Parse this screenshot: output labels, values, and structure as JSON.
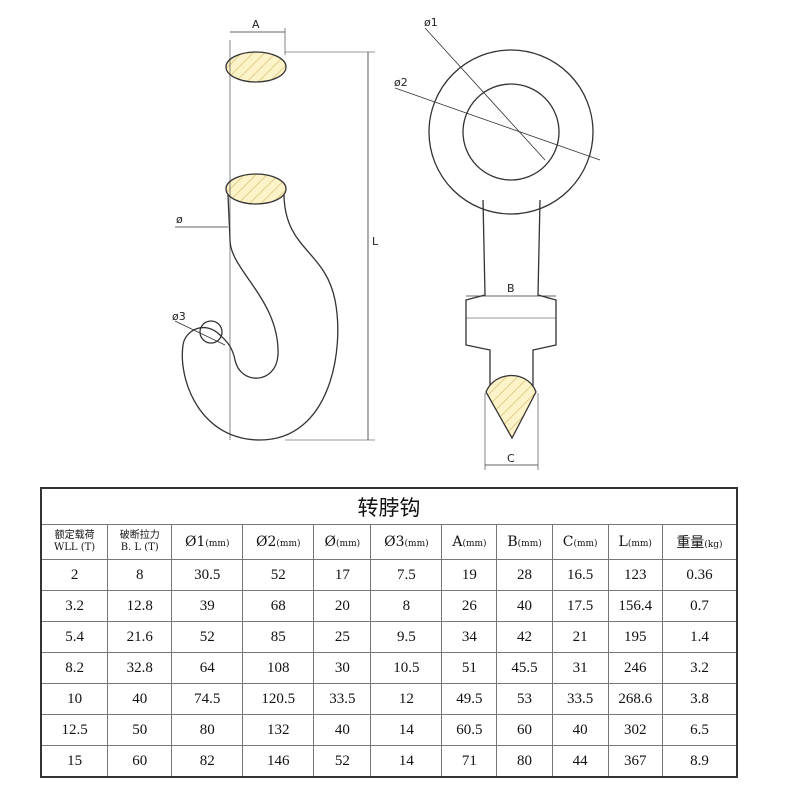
{
  "drawing": {
    "labels": {
      "A": "A",
      "phi": "ø",
      "phi3": "ø3",
      "L": "L",
      "phi1": "ø1",
      "phi2": "ø2",
      "B": "B",
      "C": "C"
    }
  },
  "table": {
    "title": "转脖钩",
    "headers": [
      {
        "l1": "额定载荷",
        "l2": "WLL (T)"
      },
      {
        "l1": "破断拉力",
        "l2": "B. L (T)"
      },
      {
        "main": "Ø1",
        "unit": "(mm)"
      },
      {
        "main": "Ø2",
        "unit": "(mm)"
      },
      {
        "main": "Ø",
        "unit": "(mm)"
      },
      {
        "main": "Ø3",
        "unit": "(mm)"
      },
      {
        "main": "A",
        "unit": "(mm)"
      },
      {
        "main": "B",
        "unit": "(mm)"
      },
      {
        "main": "C",
        "unit": "(mm)"
      },
      {
        "main": "L",
        "unit": "(mm)"
      },
      {
        "main": "重量",
        "unit": "(kg)"
      }
    ],
    "rows": [
      [
        "2",
        "8",
        "30.5",
        "52",
        "17",
        "7.5",
        "19",
        "28",
        "16.5",
        "123",
        "0.36"
      ],
      [
        "3.2",
        "12.8",
        "39",
        "68",
        "20",
        "8",
        "26",
        "40",
        "17.5",
        "156.4",
        "0.7"
      ],
      [
        "5.4",
        "21.6",
        "52",
        "85",
        "25",
        "9.5",
        "34",
        "42",
        "21",
        "195",
        "1.4"
      ],
      [
        "8.2",
        "32.8",
        "64",
        "108",
        "30",
        "10.5",
        "51",
        "45.5",
        "31",
        "246",
        "3.2"
      ],
      [
        "10",
        "40",
        "74.5",
        "120.5",
        "33.5",
        "12",
        "49.5",
        "53",
        "33.5",
        "268.6",
        "3.8"
      ],
      [
        "12.5",
        "50",
        "80",
        "132",
        "40",
        "14",
        "60.5",
        "60",
        "40",
        "302",
        "6.5"
      ],
      [
        "15",
        "60",
        "82",
        "146",
        "52",
        "14",
        "71",
        "80",
        "44",
        "367",
        "8.9"
      ]
    ]
  }
}
